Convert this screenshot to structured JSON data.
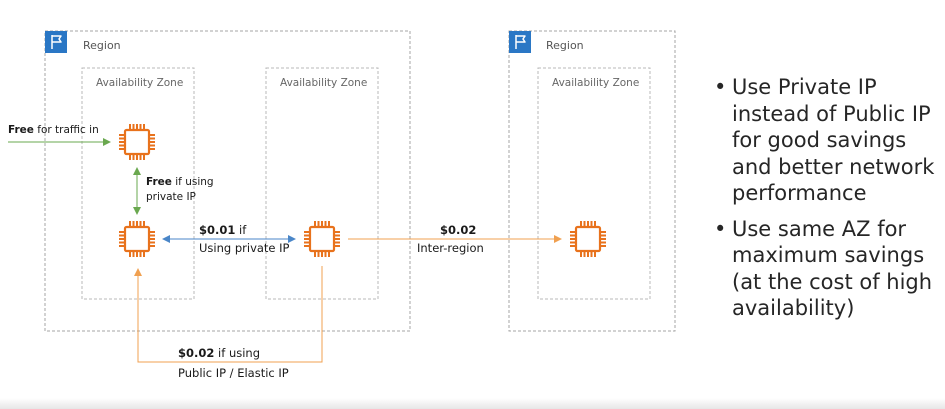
{
  "regions": [
    {
      "label": "Region"
    },
    {
      "label": "Region"
    }
  ],
  "azs": [
    {
      "label": "Availability Zone"
    },
    {
      "label": "Availability Zone"
    },
    {
      "label": "Availability Zone"
    }
  ],
  "annotations": {
    "traffic_in_bold": "Free",
    "traffic_in_rest": " for traffic in",
    "private_bold": "Free",
    "private_rest_1": " if using",
    "private_rest_2": "private IP",
    "az_cost_bold": "$0.01",
    "az_cost_rest_1": " if",
    "az_cost_rest_2": "Using private IP",
    "inter_region_bold": "$0.02",
    "inter_region_rest": "Inter-region",
    "public_bold": "$0.02",
    "public_rest_1": " if using",
    "public_rest_2": "Public IP / Elastic IP"
  },
  "bullets": [
    "Use Private IP instead of Public IP for good savings and better network performance",
    "Use same AZ for maximum savings (at the cost of high availability)"
  ],
  "bullet_marker": "•",
  "icons": {
    "region": "region-flag-icon",
    "instance": "ec2-instance-icon"
  },
  "colors": {
    "instance": "#e8721c",
    "region_badge": "#2a77c5",
    "arrow_green": "#6aa84f",
    "arrow_blue": "#4a86c8",
    "arrow_orange": "#f0a050"
  }
}
